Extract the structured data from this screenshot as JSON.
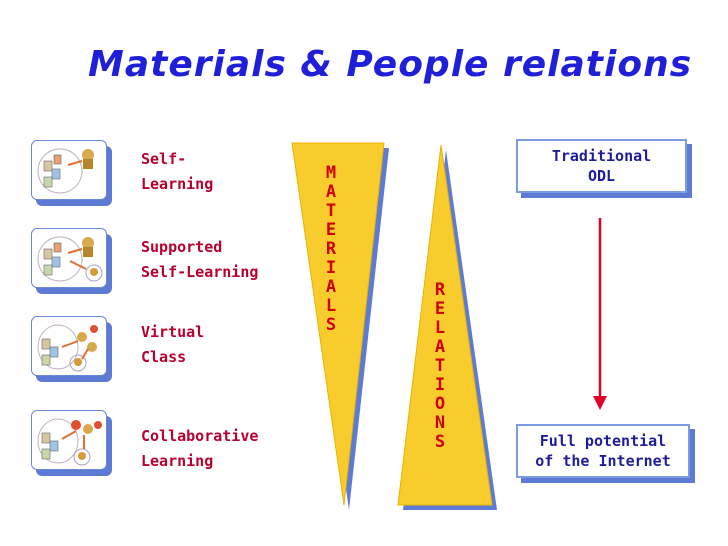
{
  "title": "Materials & People relations",
  "modes": [
    {
      "label": "Self-\nLearning"
    },
    {
      "label": "Supported\nSelf-Learning"
    },
    {
      "label": "Virtual\nClass"
    },
    {
      "label": "Collaborative\nLearning"
    }
  ],
  "materials_letters": [
    "M",
    "A",
    "T",
    "E",
    "R",
    "I",
    "A",
    "L",
    "S"
  ],
  "relations_letters": [
    "R",
    "E",
    "L",
    "A",
    "T",
    "I",
    "O",
    "N",
    "S"
  ],
  "top_box": "Traditional\nODL",
  "bottom_box": "Full potential\nof the Internet",
  "colors": {
    "title": "#1f1fd9",
    "mode_label": "#b8002e",
    "triangle_fill": "#f7cc2c",
    "triangle_shadow": "#5d7bd5",
    "vertical_text": "#d20000",
    "arrow": "#e0002a",
    "box_text": "#1d1d9a"
  }
}
